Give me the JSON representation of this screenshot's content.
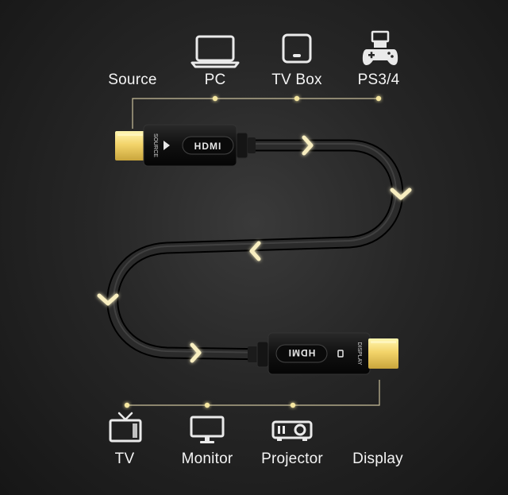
{
  "top": {
    "labels": [
      "Source",
      "PC",
      "TV Box",
      "PS3/4"
    ],
    "icons": [
      "laptop-icon",
      "tv-box-icon",
      "gamepad-icon"
    ]
  },
  "bottom": {
    "labels": [
      "TV",
      "Monitor",
      "Projector",
      "Display"
    ],
    "icons": [
      "tv-icon",
      "monitor-icon",
      "projector-icon"
    ]
  },
  "cable": {
    "source_plug_text": "SOURCE",
    "display_plug_text": "DISPLAY",
    "brand_text": "HDMI"
  },
  "colors": {
    "accent": "#f5e6a0",
    "connector_gold": "#f3d46a",
    "cable": "#111111",
    "background": "#262626"
  }
}
